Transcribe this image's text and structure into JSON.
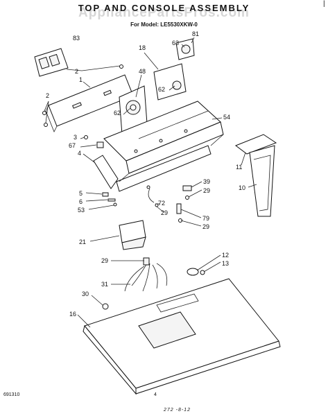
{
  "header": {
    "title": "TOP AND CONSOLE ASSEMBLY",
    "model_line": "For Model: LE5530XKW-0",
    "watermark": "AppliancePartsPros.com"
  },
  "footer": {
    "code": "691310",
    "page": "4",
    "handwritten": "272 -8-12",
    "corner_mark": "|"
  },
  "callouts": {
    "c83": "83",
    "c2a": "2",
    "c1": "1",
    "c2b": "2",
    "c3": "3",
    "c67": "67",
    "c4": "4",
    "c5": "5",
    "c6": "6",
    "c53": "53",
    "c18": "18",
    "c48": "48",
    "c62a": "62",
    "c62b": "62",
    "c63": "63",
    "c81": "81",
    "c54": "54",
    "c39": "39",
    "c29a": "29",
    "c72": "72",
    "c29b": "29",
    "c79": "79",
    "c29c": "29",
    "c21": "21",
    "c29d": "29",
    "c31": "31",
    "c30": "30",
    "c16": "16",
    "c12": "12",
    "c13": "13",
    "c11": "11",
    "c10": "10"
  }
}
